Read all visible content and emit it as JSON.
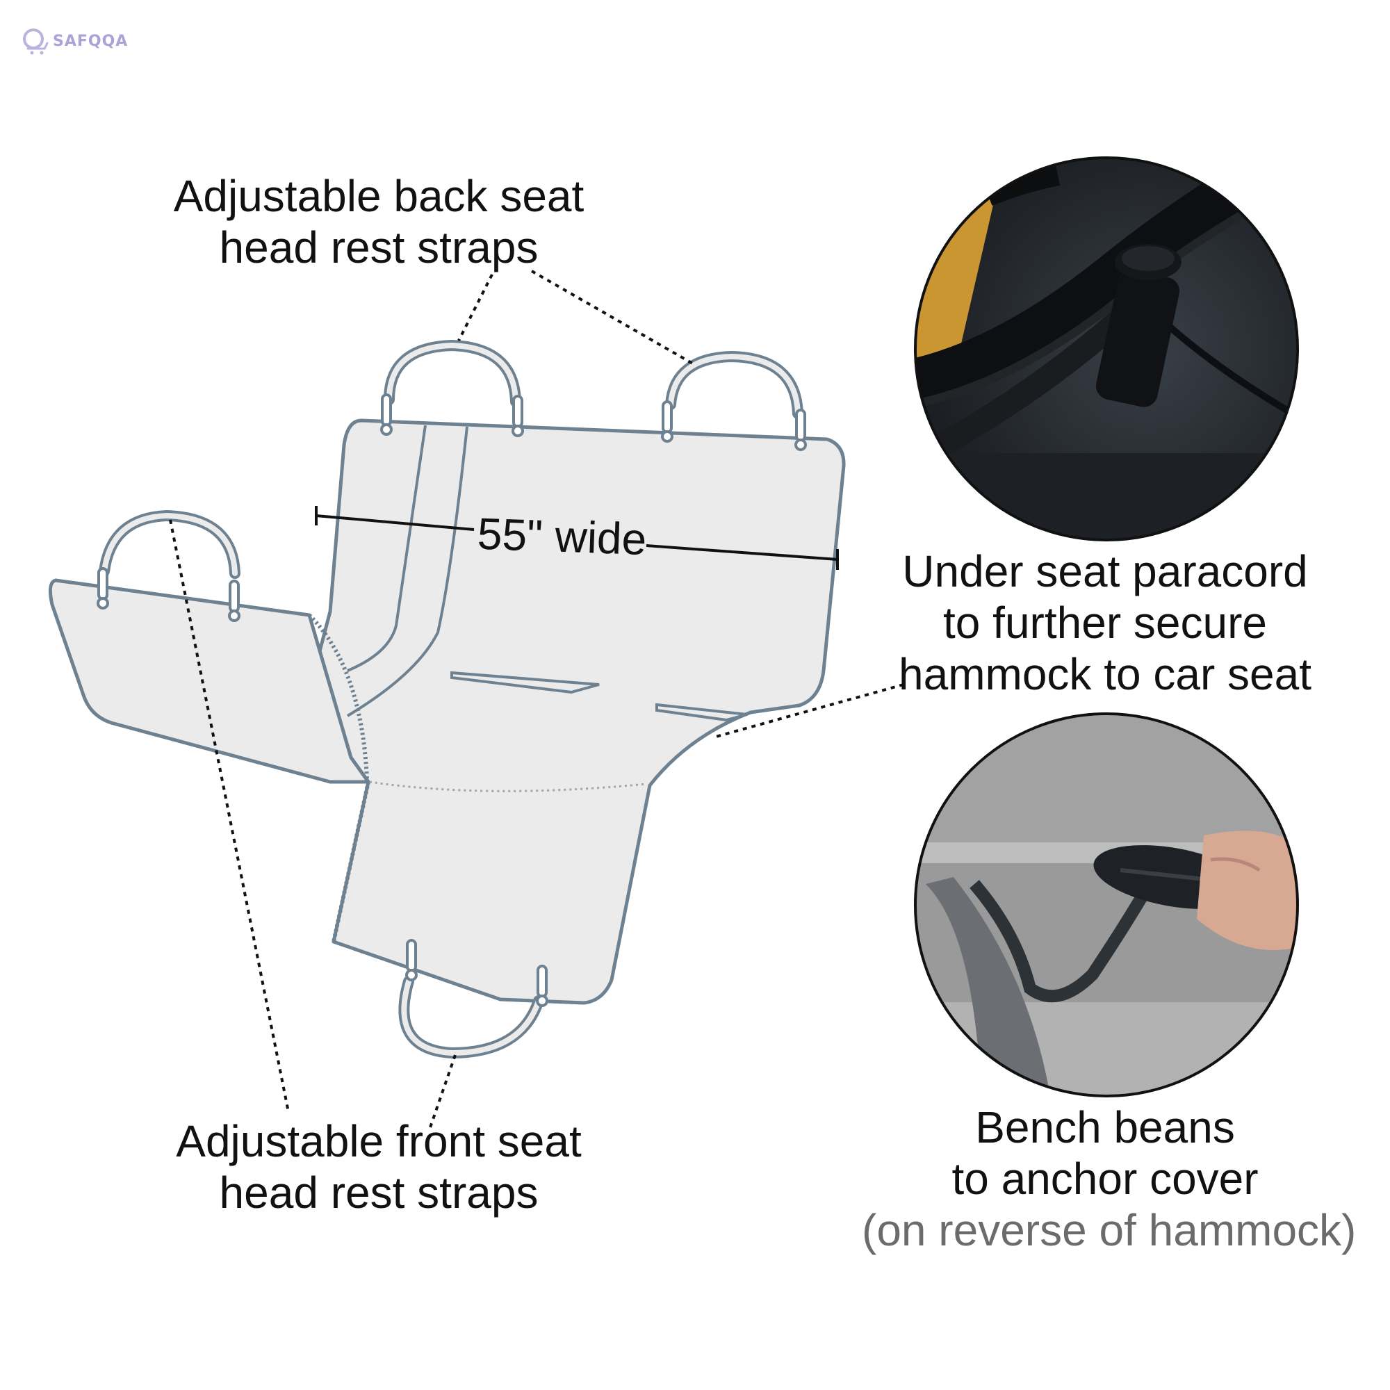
{
  "brand": {
    "name": "SAFQQA",
    "color": "#a9a3d6"
  },
  "labels": {
    "back_seat": [
      "Adjustable back seat",
      "head rest straps"
    ],
    "front_seat": [
      "Adjustable front seat",
      "head rest straps"
    ],
    "width": "55\" wide",
    "paracord": [
      "Under seat paracord",
      "to further secure",
      "hammock to car seat"
    ],
    "anchor": [
      "Bench beans",
      "to anchor cover",
      "(on reverse of hammock)"
    ]
  },
  "colors": {
    "outline": "#6d8191",
    "fill": "#ebebeb",
    "text": "#111111",
    "muted_text": "#6b6b6b",
    "leader": "#111111"
  },
  "icons": {
    "photo_paracord": "paracord-cord-lock-photo",
    "photo_anchor": "bench-bean-anchor-photo"
  }
}
